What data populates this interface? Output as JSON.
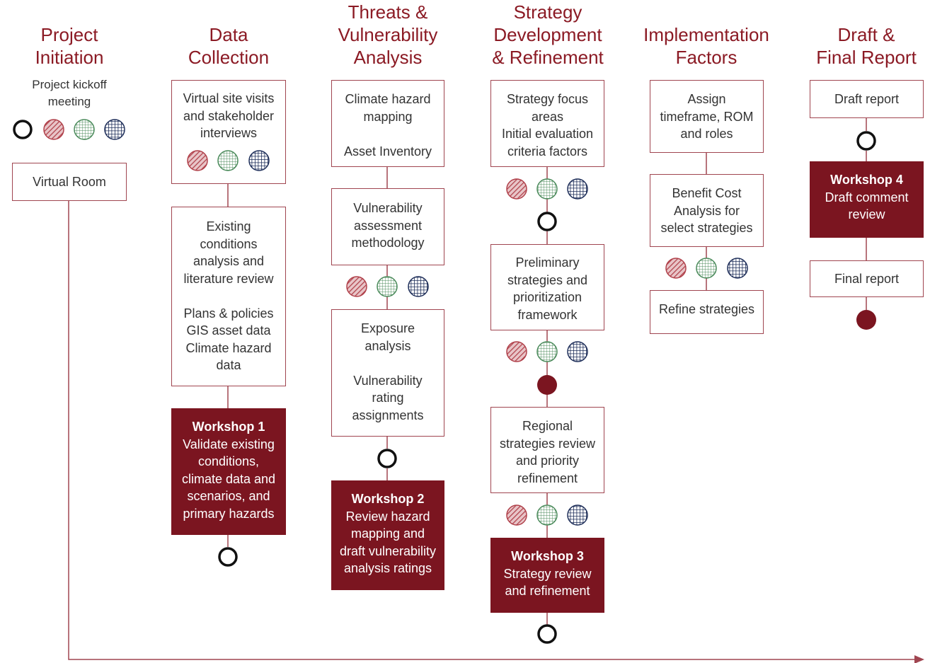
{
  "columns": [
    {
      "title": "Project\nInitiation"
    },
    {
      "title": "Data\nCollection"
    },
    {
      "title": "Threats &\nVulnerability\nAnalysis"
    },
    {
      "title": "Strategy\nDevelopment\n& Refinement"
    },
    {
      "title": "Implementation\nFactors"
    },
    {
      "title": "Draft &\nFinal Report"
    }
  ],
  "project_initiation": {
    "kickoff": "Project kickoff\nmeeting",
    "virtual_room": "Virtual Room"
  },
  "data_collection": {
    "site_visits": "Virtual site visits\nand stakeholder\ninterviews",
    "existing_conditions": "Existing\nconditions\nanalysis and\nliterature review\n\nPlans & policies\nGIS asset data\nClimate hazard\ndata",
    "workshop_title": "Workshop 1",
    "workshop_body": "Validate existing\nconditions,\nclimate data and\nscenarios, and\nprimary hazards"
  },
  "threats": {
    "hazard_mapping": "Climate hazard\nmapping\n\nAsset Inventory",
    "methodology": "Vulnerability\nassessment\nmethodology",
    "exposure": "Exposure\nanalysis\n\nVulnerability\nrating\nassignments",
    "workshop_title": "Workshop 2",
    "workshop_body": "Review hazard\nmapping and\ndraft vulnerability\nanalysis ratings"
  },
  "strategy": {
    "focus_areas": "Strategy focus\nareas\nInitial evaluation\ncriteria factors",
    "preliminary": "Preliminary\nstrategies and\nprioritization\nframework",
    "regional": "Regional\nstrategies review\nand priority\nrefinement",
    "workshop_title": "Workshop 3",
    "workshop_body": "Strategy review\nand refinement"
  },
  "implementation": {
    "assign": "Assign\ntimeframe, ROM\nand roles",
    "benefit_cost": "Benefit Cost\nAnalysis for\nselect strategies",
    "refine": "Refine strategies"
  },
  "report": {
    "draft": "Draft report",
    "workshop_title": "Workshop 4",
    "workshop_body": "Draft comment\nreview",
    "final": "Final report"
  },
  "colors": {
    "accent": "#8b1a24",
    "workshop_fill": "#7b1520",
    "box_border": "#a04550",
    "marker_red": "#b0404a",
    "marker_green": "#4a8a5a",
    "marker_navy": "#1f2f5a"
  }
}
